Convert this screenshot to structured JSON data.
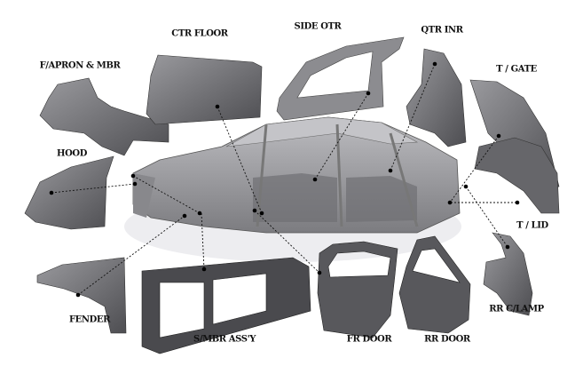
{
  "colors": {
    "part": "#5e5e62",
    "part_light": "#8a8a8e",
    "body": "#a2a2a6",
    "shadow": "#ececee",
    "leader": "#111111"
  },
  "labels": {
    "ctr_floor": "CTR FLOOR",
    "side_otr": "SIDE OTR",
    "qtr_inr": "QTR INR",
    "f_apron_mbr": "F/APRON & MBR",
    "t_gate": "T / GATE",
    "hood": "HOOD",
    "t_lid": "T / LID",
    "fender": "FENDER",
    "s_mbr_assy": "S/MBR ASS'Y",
    "fr_door": "FR DOOR",
    "rr_door": "RR DOOR",
    "rr_c_lamp": "RR C/LAMP"
  }
}
